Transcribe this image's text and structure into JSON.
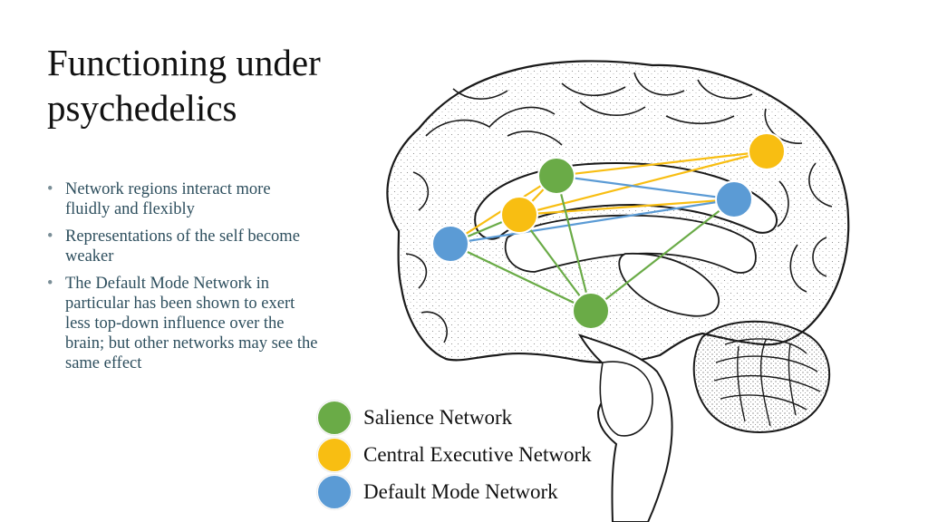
{
  "slide": {
    "title": "Functioning under psychedelics",
    "bullets": [
      "Network regions interact more fluidly and flexibly",
      "Representations of the self become weaker",
      "The Default Mode Network in particular has been shown to exert less top-down influence over the brain; but other networks may see the same effect"
    ]
  },
  "legend": {
    "items": [
      {
        "label": "Salience Network",
        "color": "#6aab47"
      },
      {
        "label": "Central Executive Network",
        "color": "#f8be12"
      },
      {
        "label": "Default Mode Network",
        "color": "#5b9bd5"
      }
    ]
  },
  "network_nodes": [
    {
      "id": "salience-top",
      "network": "Salience Network"
    },
    {
      "id": "salience-bottom",
      "network": "Salience Network"
    },
    {
      "id": "executive-front",
      "network": "Central Executive Network"
    },
    {
      "id": "executive-back",
      "network": "Central Executive Network"
    },
    {
      "id": "default-front",
      "network": "Default Mode Network"
    },
    {
      "id": "default-back",
      "network": "Default Mode Network"
    }
  ],
  "connections": [
    {
      "from": "salience-top",
      "to": "executive-back",
      "color": "#f8be12"
    },
    {
      "from": "executive-front",
      "to": "executive-back",
      "color": "#f8be12"
    },
    {
      "from": "salience-top",
      "to": "executive-front",
      "color": "#f8be12"
    },
    {
      "from": "executive-front",
      "to": "default-back",
      "color": "#f8be12"
    },
    {
      "from": "salience-top",
      "to": "default-front",
      "color": "#f8be12"
    },
    {
      "from": "salience-top",
      "to": "default-back",
      "color": "#5b9bd5"
    },
    {
      "from": "default-front",
      "to": "default-back",
      "color": "#5b9bd5"
    },
    {
      "from": "salience-top",
      "to": "salience-bottom",
      "color": "#6aab47"
    },
    {
      "from": "executive-front",
      "to": "salience-bottom",
      "color": "#6aab47"
    },
    {
      "from": "default-front",
      "to": "salience-bottom",
      "color": "#6aab47"
    },
    {
      "from": "default-back",
      "to": "salience-bottom",
      "color": "#6aab47"
    },
    {
      "from": "executive-front",
      "to": "default-front",
      "color": "#6aab47"
    }
  ]
}
